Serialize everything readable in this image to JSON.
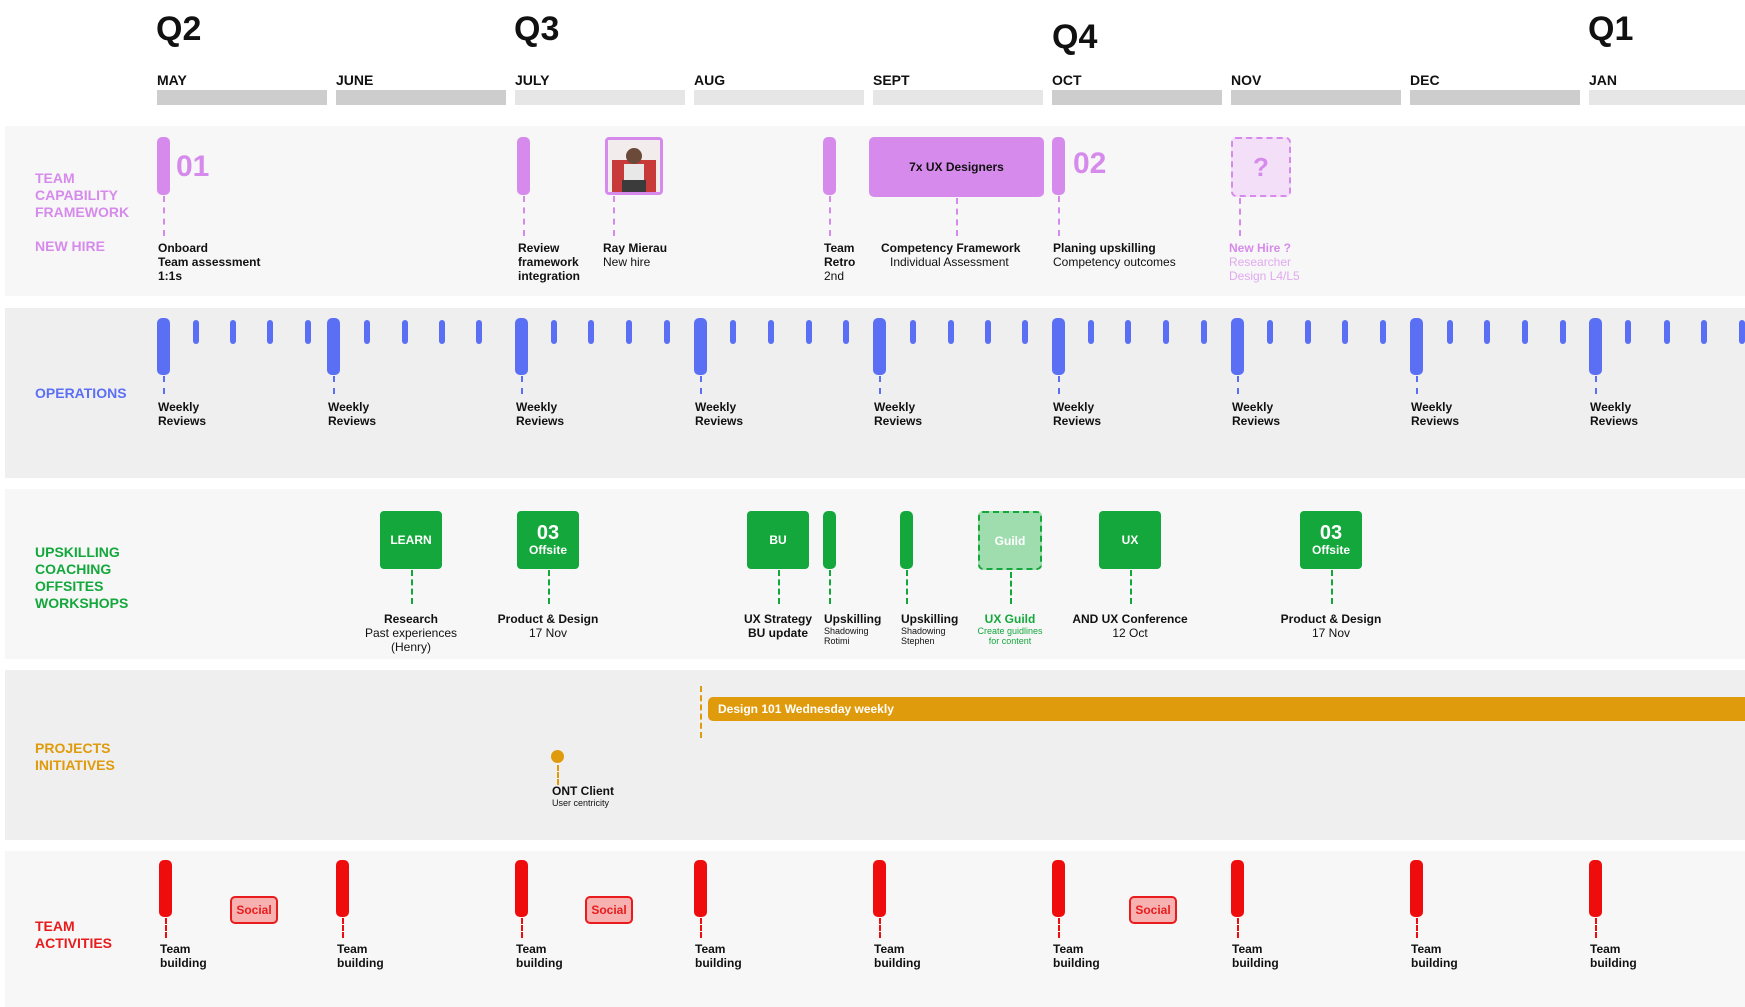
{
  "quarters": [
    "Q2",
    "Q3",
    "Q4",
    "Q1"
  ],
  "months": [
    "MAY",
    "JUNE",
    "JULY",
    "AUG",
    "SEPT",
    "OCT",
    "NOV",
    "DEC",
    "JAN"
  ],
  "row_labels": {
    "capability": "TEAM\nCAPABILITY\nFRAMEWORK",
    "new_hire": "NEW HIRE",
    "operations": "OPERATIONS",
    "upskilling": "UPSKILLING\nCOACHING\nOFFSITES\nWORKSHOPS",
    "projects": "PROJECTS\nINITIATIVES",
    "team": "TEAM\nACTIVITIES"
  },
  "capability": {
    "num_01": "01",
    "num_02": "02",
    "ux_designers": "7x UX Designers",
    "question": "?",
    "events": [
      {
        "title": "Onboard\nTeam assessment\n1:1s",
        "sub": ""
      },
      {
        "title": "Review\nframework\nintegration",
        "sub": ""
      },
      {
        "title": "Ray Mierau",
        "sub": "New hire"
      },
      {
        "title": "Team\nRetro",
        "sub": "2nd"
      },
      {
        "title": "Competency Framework",
        "sub": "Individual Assessment"
      },
      {
        "title": "Planing upskilling",
        "sub": "Competency outcomes"
      },
      {
        "title": "New Hire ?",
        "sub": "Researcher\nDesign L4/L5"
      }
    ]
  },
  "operations": {
    "label": "Weekly\nReviews"
  },
  "upskilling": {
    "learn": "LEARN",
    "offsite_num": "03",
    "offsite_word": "Offsite",
    "bu": "BU",
    "guild": "Guild",
    "ux": "UX",
    "events": [
      {
        "title": "Research",
        "sub": "Past experiences\n(Henry)"
      },
      {
        "title": "Product & Design",
        "sub": "17 Nov"
      },
      {
        "title": "UX Strategy\nBU update",
        "sub": ""
      },
      {
        "title": "Upskilling",
        "sub": "Shadowing\nRotimi"
      },
      {
        "title": "Upskilling",
        "sub": "Shadowing\nStephen"
      },
      {
        "title": "UX Guild",
        "sub": "Create guidlines\nfor content"
      },
      {
        "title": "AND UX Conference",
        "sub": "12 Oct"
      },
      {
        "title": "Product & Design",
        "sub": "17 Nov"
      }
    ]
  },
  "projects": {
    "design101": "Design 101 Wednesday weekly",
    "client_title": "ONT Client",
    "client_sub": "User centricity"
  },
  "team": {
    "label": "Team\nbuilding",
    "social": "Social"
  },
  "colors": {
    "purple": "#d68bec",
    "blue": "#5b6ff5",
    "green": "#14a83c",
    "orange": "#e09b0c",
    "red": "#ee0c0c"
  }
}
